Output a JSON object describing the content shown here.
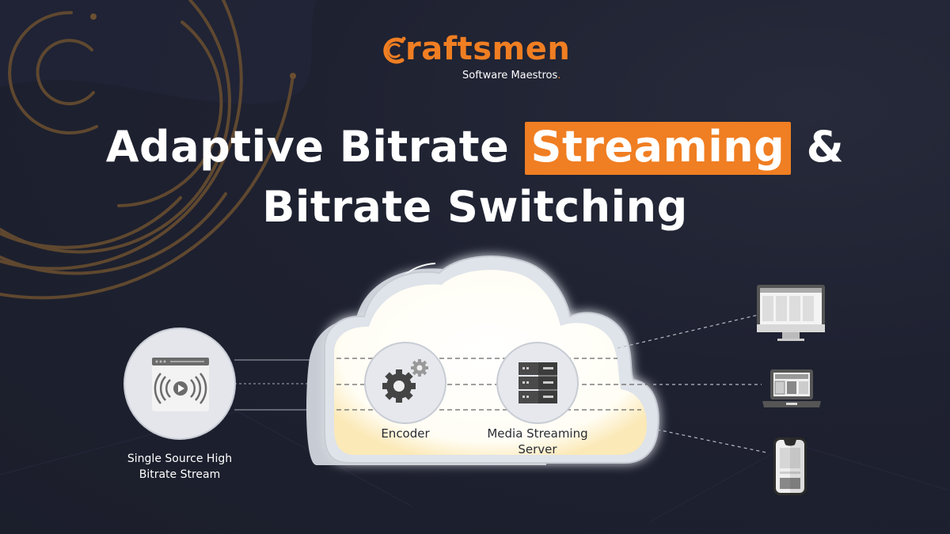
{
  "logo": {
    "brand": "raftsmen",
    "brand_full": "craftsmen",
    "tagline": "Software Maestros",
    "tagline_dot": "."
  },
  "title": {
    "line1_prefix": "Adaptive Bitrate ",
    "line1_highlight": "Streaming",
    "line1_suffix": " &",
    "line2": "Bitrate Switching"
  },
  "diagram": {
    "source": {
      "label_line1": "Single Source High",
      "label_line2": "Bitrate Stream",
      "icon": "streaming-video-window-icon"
    },
    "cloud": {
      "nodes": [
        {
          "label": "Encoder",
          "icon": "gears-icon"
        },
        {
          "label_line1": "Media Streaming",
          "label_line2": "Server",
          "icon": "server-rack-icon"
        }
      ]
    },
    "devices": [
      {
        "name": "desktop-monitor",
        "icon": "desktop-icon"
      },
      {
        "name": "laptop",
        "icon": "laptop-icon"
      },
      {
        "name": "smartphone",
        "icon": "smartphone-icon"
      }
    ]
  },
  "colors": {
    "background": "#1e2130",
    "accent": "#f07e22",
    "title_text": "#ffffff",
    "cloud_fill": "#ffffff",
    "cloud_glow": "#f2c14e",
    "icon_gray": "#555555"
  }
}
